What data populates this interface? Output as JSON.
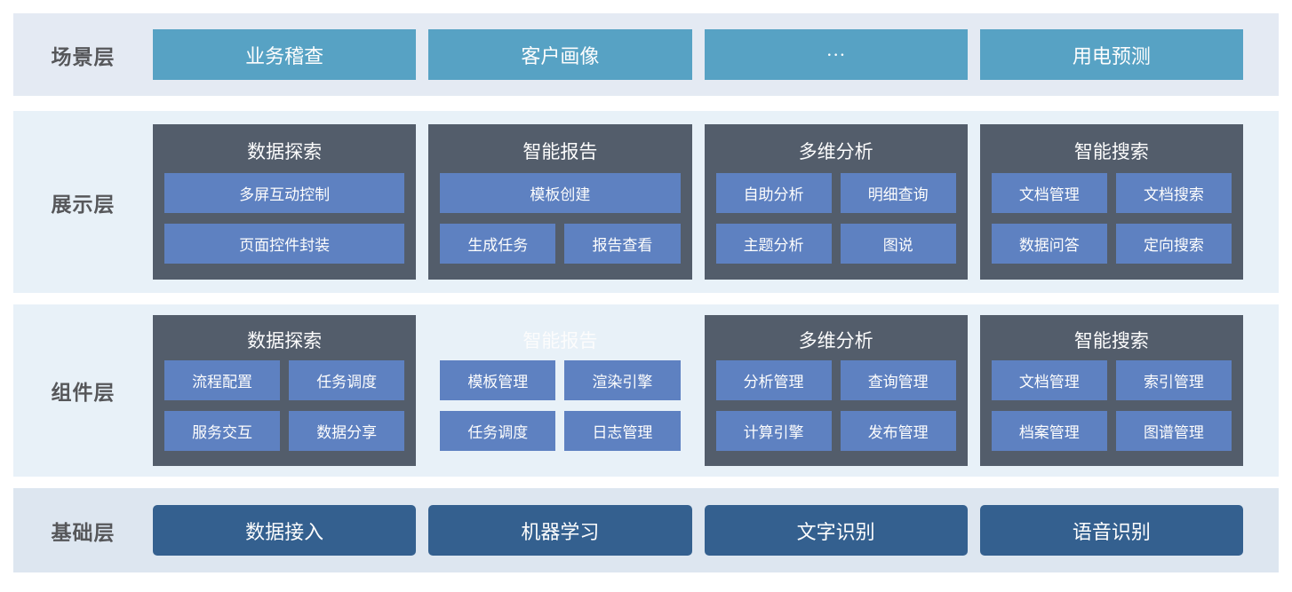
{
  "colors": {
    "scene_button": "#57a2c4",
    "card_background": "#535d6b",
    "card_button": "#5e81c1",
    "base_button": "#34608f",
    "band_scene_bg": "#e4eaf3",
    "band_middle_bg": "#e8f1f8",
    "band_base_bg": "#dde6f0",
    "label_text": "#56575a",
    "button_text": "#ffffff"
  },
  "scene": {
    "label": "场景层",
    "buttons": [
      "业务稽查",
      "客户画像",
      "···",
      "用电预测"
    ]
  },
  "display": {
    "label": "展示层",
    "cards": [
      {
        "title": "数据探索",
        "buttons": [
          "多屏互动控制",
          "页面控件封装"
        ]
      },
      {
        "title": "智能报告",
        "buttons": [
          "模板创建",
          "生成任务",
          "报告查看"
        ]
      },
      {
        "title": "多维分析",
        "buttons": [
          "自助分析",
          "明细查询",
          "主题分析",
          "图说"
        ]
      },
      {
        "title": "智能搜索",
        "buttons": [
          "文档管理",
          "文档搜索",
          "数据问答",
          "定向搜索"
        ]
      }
    ]
  },
  "component": {
    "label": "组件层",
    "cards": [
      {
        "title": "数据探索",
        "buttons": [
          "流程配置",
          "任务调度",
          "服务交互",
          "数据分享"
        ]
      },
      {
        "title": "智能报告",
        "buttons": [
          "模板管理",
          "渲染引擎",
          "任务调度",
          "日志管理"
        ]
      },
      {
        "title": "多维分析",
        "buttons": [
          "分析管理",
          "查询管理",
          "计算引擎",
          "发布管理"
        ]
      },
      {
        "title": "智能搜索",
        "buttons": [
          "文档管理",
          "索引管理",
          "档案管理",
          "图谱管理"
        ]
      }
    ]
  },
  "base": {
    "label": "基础层",
    "buttons": [
      "数据接入",
      "机器学习",
      "文字识别",
      "语音识别"
    ]
  }
}
